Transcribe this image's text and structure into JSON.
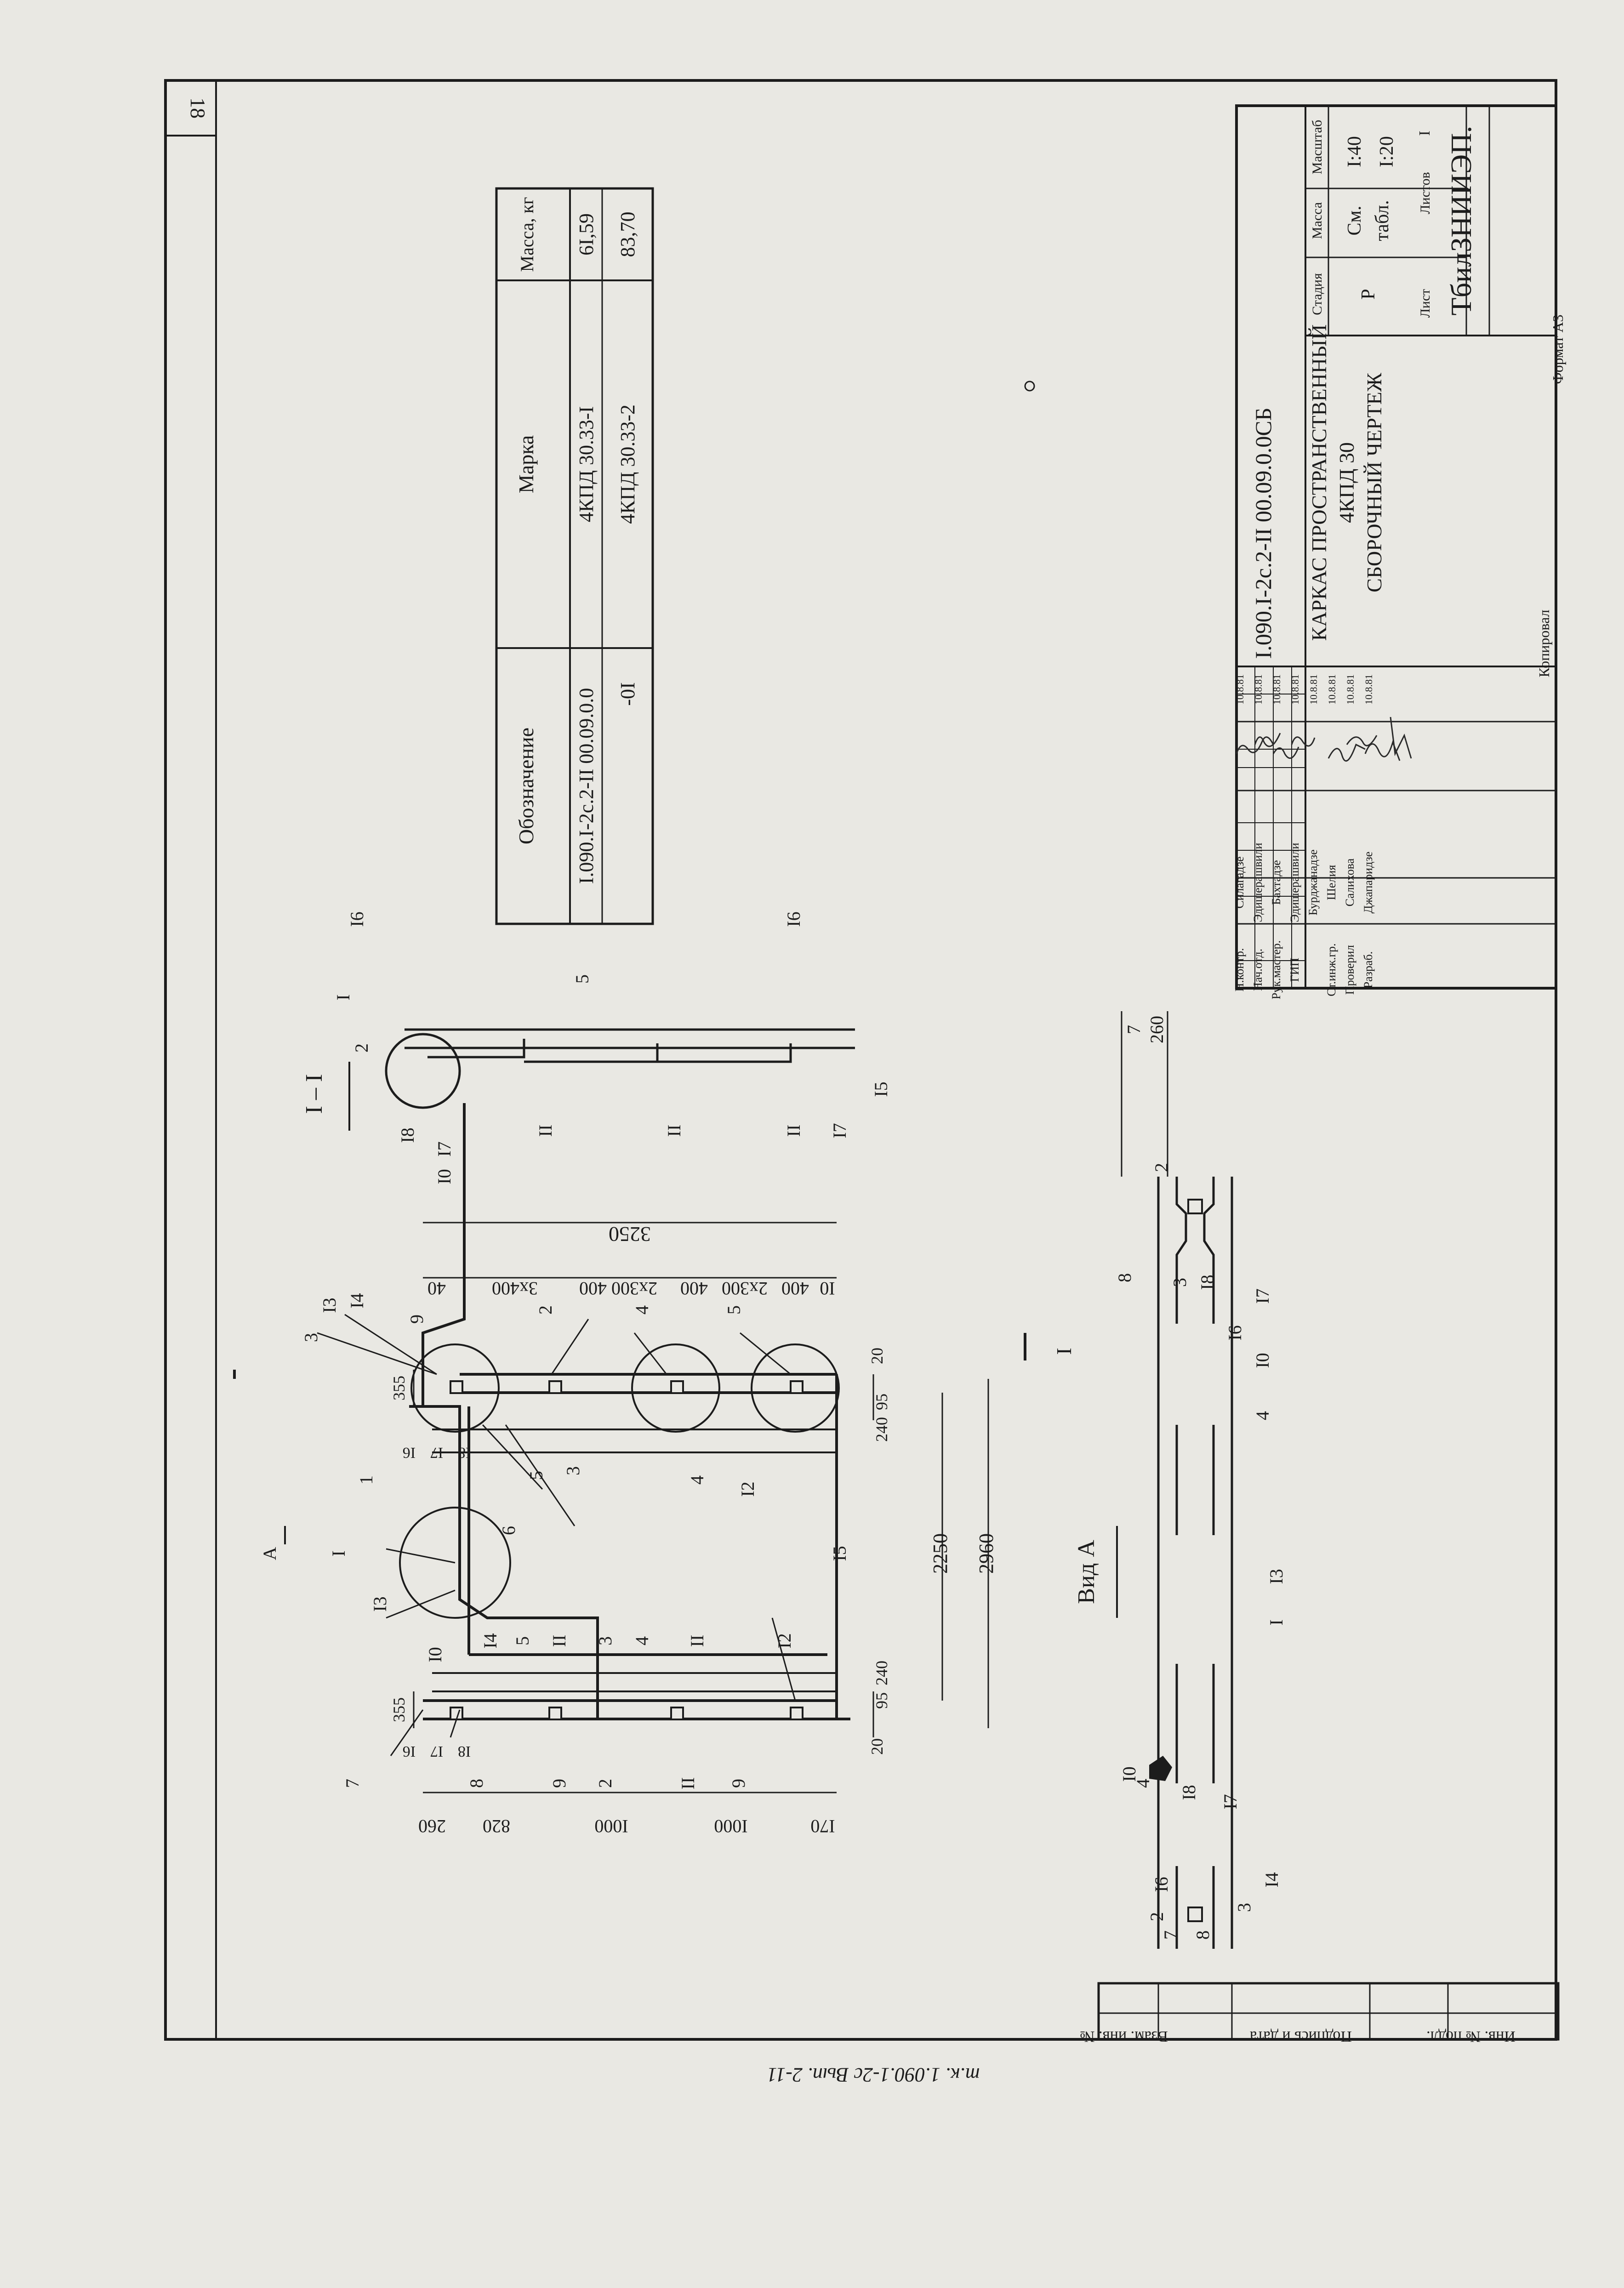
{
  "page_number": "18",
  "spec_table": {
    "headers": {
      "designation": "Обозначение",
      "mark": "Марка",
      "mass": "Масса, кг"
    },
    "rows": [
      {
        "designation": "I.090.I-2c.2-II 00.09.0.0",
        "mark": "4КПД 30.33-I",
        "mass": "6I,59"
      },
      {
        "designation": "-0I",
        "mark": "4КПД 30.33-2",
        "mass": "83,70"
      }
    ]
  },
  "title_block": {
    "doc_code": "I.090.I-2c.2-II 00.09.0.0СБ",
    "title_lines": [
      "КАРКАС ПРОСТРАНСТВЕННЫЙ",
      "4КПД 30",
      "СБОРОЧНЫЙ ЧЕРТЕЖ"
    ],
    "col_headers": {
      "stage": "Стадия",
      "mass": "Масса",
      "scale": "Масштаб"
    },
    "stage_value": "Р",
    "mass_value": [
      "См.",
      "табл."
    ],
    "scale_values": [
      "I:40",
      "I:20"
    ],
    "sheet_label": "Лист",
    "sheets_label": "Листов",
    "sheets_value": "I",
    "organization": "ТбилЗНИИЭП.",
    "signatures": [
      {
        "role": "Н.контр.",
        "name": "Силагадзе"
      },
      {
        "role": "Нач.отд.",
        "name": "Эдишерашвили"
      },
      {
        "role": "Рук.мастер.",
        "name": "Бахтадзе"
      },
      {
        "role": "ГИП",
        "name": "Эдишерашвили"
      },
      {
        "role": "",
        "name": "Бурджанадзе"
      },
      {
        "role": "Ст.инж.гр.",
        "name": "Шелия"
      },
      {
        "role": "Проверил",
        "name": "Салихова"
      },
      {
        "role": "Разраб.",
        "name": "Джапаридзе"
      }
    ],
    "sign_dates": [
      "10.8.81",
      "10.8.81",
      "10.8.81",
      "10.8.81",
      "10.8.81",
      "10.8.81",
      "10.8.81",
      "10.8.81"
    ]
  },
  "copied_label": "Копировал",
  "format_label": "Формат А3",
  "left_stamp": {
    "cells": [
      "Инв. № подл.",
      "Подпись и дата",
      "Взам. инв. №"
    ],
    "annotation": "т.к. 1.090.1-2с  Вып. 2-11"
  },
  "main_view": {
    "dims_top": [
      "40",
      "3х400",
      "400",
      "2х300",
      "400",
      "2х300",
      "400",
      "I0"
    ],
    "overall_top": "3250",
    "dims_left": [
      "260",
      "820",
      "I000",
      "I000",
      "I70"
    ],
    "dims_bottom": [
      "2250",
      "2960"
    ],
    "dims_small": [
      "355",
      "355",
      "20",
      "95",
      "240",
      "20",
      "95",
      "240"
    ],
    "stack_labels": [
      "I6",
      "I7",
      "I8"
    ],
    "callouts": [
      "3",
      "I3",
      "I4",
      "9",
      "2",
      "4",
      "5",
      "1",
      "I",
      "I3",
      "6",
      "I0",
      "I4",
      "5",
      "II",
      "3",
      "4",
      "II",
      "I2",
      "4",
      "I2",
      "I5",
      "5",
      "3",
      "7",
      "8",
      "9",
      "2",
      "II",
      "9"
    ],
    "section_mark": "I",
    "view_mark": "А"
  },
  "section_view": {
    "title": "I – I",
    "labels": [
      "I",
      "2",
      "I6",
      "I8",
      "I0",
      "I7",
      "5",
      "I6",
      "II",
      "II",
      "II",
      "I7",
      "I5"
    ]
  },
  "view_a": {
    "title": "Вид А",
    "dim": "260",
    "labels": [
      "7",
      "2",
      "8",
      "3",
      "I8",
      "I6",
      "I7",
      "I0",
      "4",
      "I3",
      "I",
      "I0",
      "4",
      "I8",
      "I7",
      "I6",
      "2",
      "7",
      "8",
      "3",
      "I4"
    ]
  }
}
